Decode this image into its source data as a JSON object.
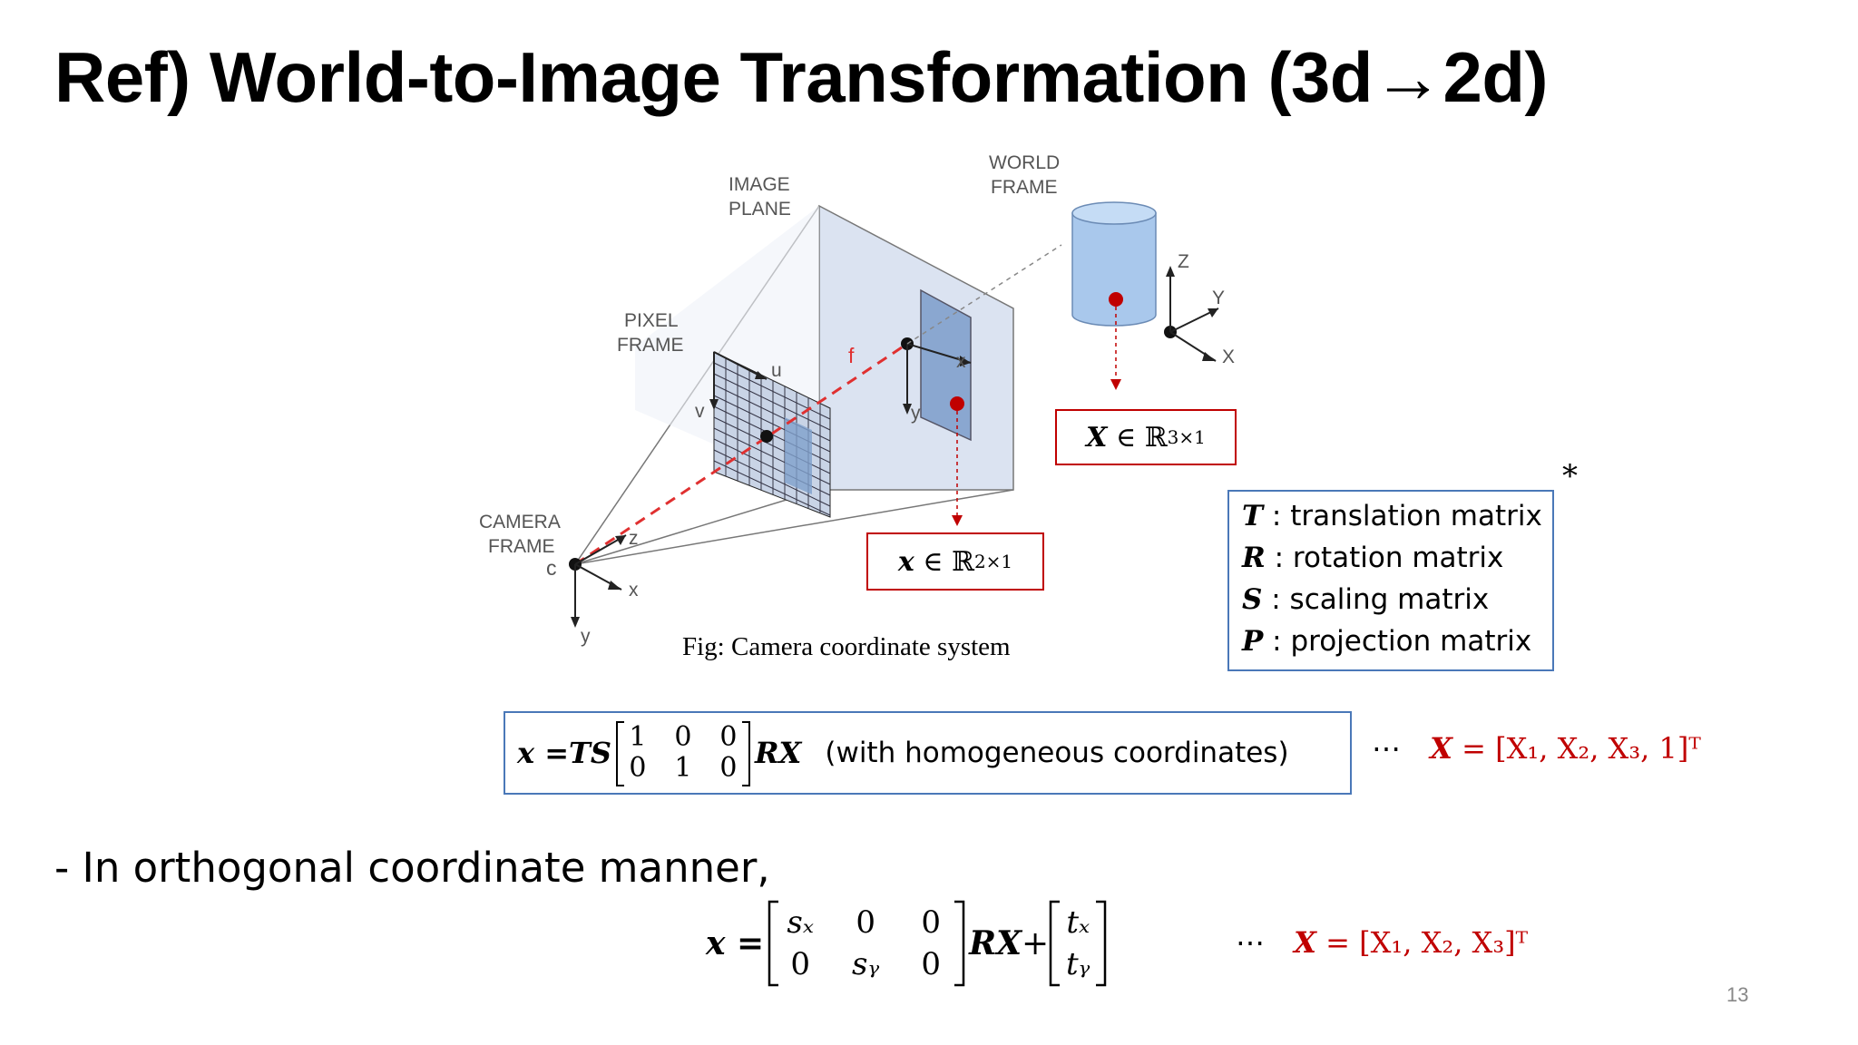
{
  "slide": {
    "title": "Ref) World-to-Image Transformation (3d→2d)",
    "page_number": "13"
  },
  "figure": {
    "caption": "Fig: Camera coordinate system",
    "labels": {
      "image_plane": [
        "IMAGE",
        "PLANE"
      ],
      "world_frame": [
        "WORLD",
        "FRAME"
      ],
      "pixel_frame": [
        "PIXEL",
        "FRAME"
      ],
      "camera_frame": [
        "CAMERA",
        "FRAME"
      ],
      "camera_center": "c",
      "focal": "f",
      "u": "u",
      "v": "v",
      "img_x": "x",
      "img_y": "y",
      "cam_z": "z",
      "cam_x": "x",
      "cam_y": "y",
      "world_z": "Z",
      "world_y": "Y",
      "world_x": "X"
    },
    "world_point_box": {
      "symbol": "X",
      "set": "∈ ℝ",
      "dim": "3×1"
    },
    "image_point_box": {
      "symbol": "x",
      "set": "∈ ℝ",
      "dim": "2×1"
    }
  },
  "legend": {
    "marker": "*",
    "items": [
      {
        "symbol": "T",
        "text": " : translation matrix"
      },
      {
        "symbol": "R",
        "text": " : rotation matrix"
      },
      {
        "symbol": "S",
        "text": " : scaling matrix"
      },
      {
        "symbol": "P",
        "text": " : projection matrix"
      }
    ]
  },
  "equation1": {
    "lhs": "x = ",
    "ts": "TS",
    "matrix": [
      [
        "1",
        "0",
        "0"
      ],
      [
        "0",
        "1",
        "0"
      ]
    ],
    "rx": "RX",
    "note": "(with homogeneous coordinates)",
    "dots": "⋯",
    "aside_sym": "X",
    "aside_rest": " = [X₁, X₂, X₃, 1]ᵀ"
  },
  "bullet_text": "- In orthogonal coordinate manner,",
  "equation2": {
    "lhs": "x = ",
    "matrix": [
      [
        "sₓ",
        "0",
        "0"
      ],
      [
        "0",
        "sᵧ",
        "0"
      ]
    ],
    "rx": "RX",
    "plus": " + ",
    "vector": [
      "tₓ",
      "tᵧ"
    ],
    "dots": "⋯",
    "aside_sym": "X",
    "aside_rest": " = [X₁, X₂, X₃]ᵀ"
  }
}
